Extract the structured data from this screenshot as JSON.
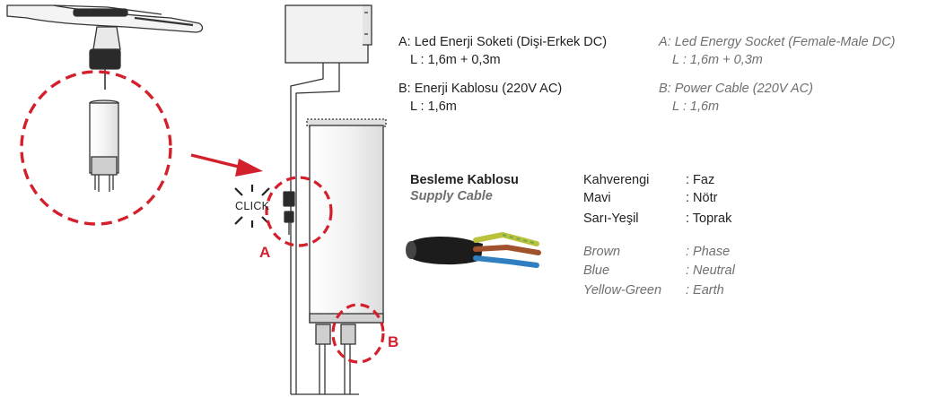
{
  "labels": {
    "marker_a": "A",
    "marker_b": "B",
    "click": "CLICK"
  },
  "legend": {
    "a_tr": "A: Led Enerji Soketi (Dişi-Erkek DC)",
    "a_tr_len": "L : 1,6m + 0,3m",
    "b_tr": "B: Enerji Kablosu (220V AC)",
    "b_tr_len": "L : 1,6m",
    "a_en": "A: Led Energy Socket (Female-Male DC)",
    "a_en_len": "L : 1,6m + 0,3m",
    "b_en": "B: Power Cable (220V AC)",
    "b_en_len": "L : 1,6m"
  },
  "supply": {
    "title_tr": "Besleme Kablosu",
    "title_en": "Supply Cable",
    "wires_tr": [
      {
        "name": "Kahverengi",
        "value": ": Faz"
      },
      {
        "name": "Mavi",
        "value": ": Nötr"
      },
      {
        "name": "Sarı-Yeşil",
        "value": ": Toprak"
      }
    ],
    "wires_en": [
      {
        "name": "Brown",
        "value": ": Phase"
      },
      {
        "name": "Blue",
        "value": ": Neutral"
      },
      {
        "name": "Yellow-Green",
        "value": ": Earth"
      }
    ]
  },
  "colors": {
    "accent_red": "#d4202c",
    "line": "#333333",
    "wire_brown": "#a0522d",
    "wire_blue": "#2f7fc1",
    "wire_yellow_green": "#b9c23a",
    "sheath": "#1c1c1c"
  }
}
